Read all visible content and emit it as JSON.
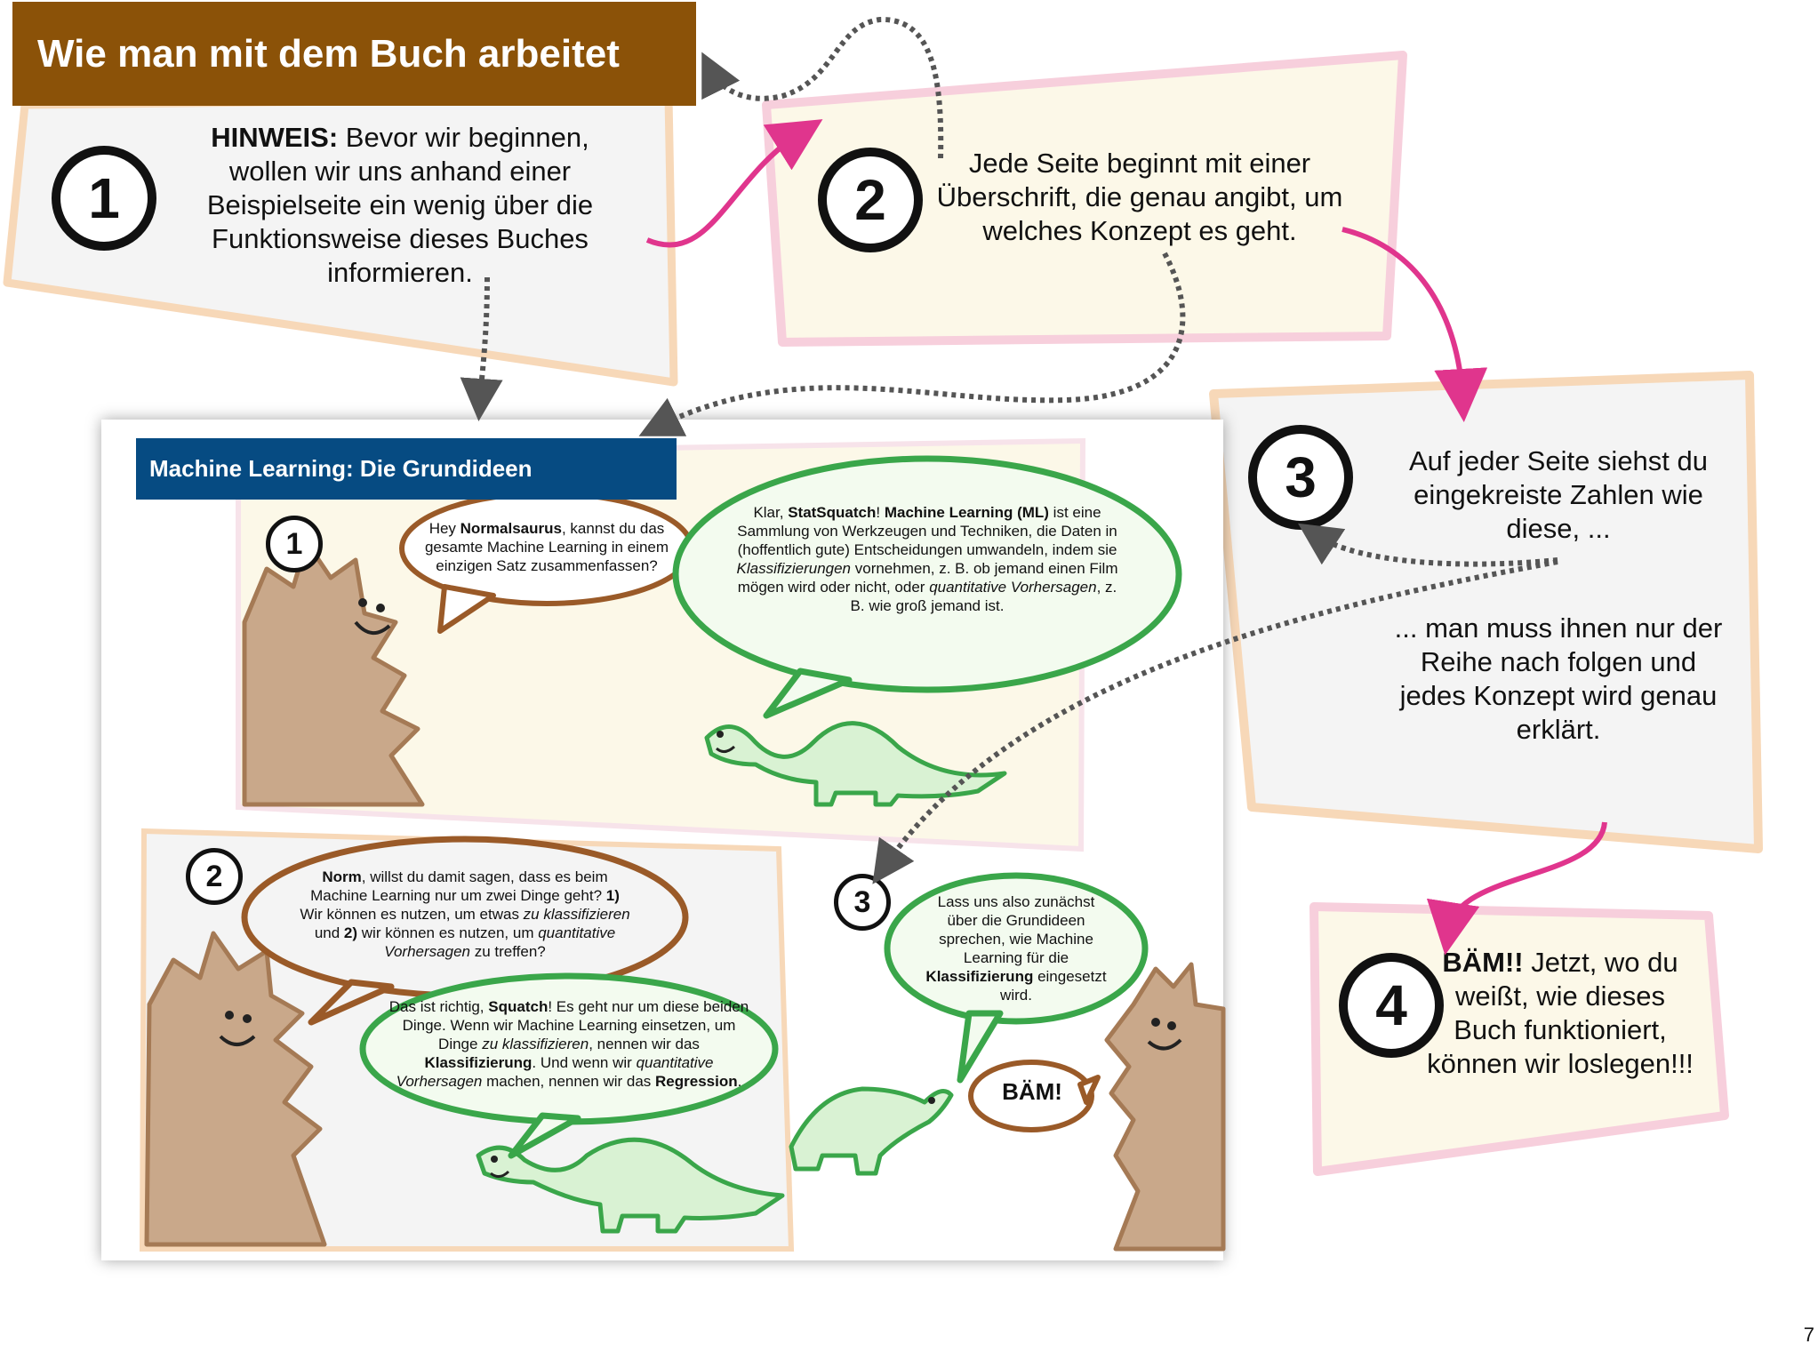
{
  "header": {
    "title": "Wie man mit dem Buch arbeitet"
  },
  "steps": [
    {
      "num": "1",
      "lead": "HINWEIS:",
      "text": " Bevor wir beginnen, wollen wir uns anhand einer Beispielseite ein wenig über die Funktionsweise dieses Buches informieren."
    },
    {
      "num": "2",
      "text": "Jede Seite beginnt mit einer Überschrift, die genau angibt, um welches Konzept es geht."
    },
    {
      "num": "3",
      "text_a": "Auf jeder Seite siehst du eingekreiste Zahlen wie diese, ...",
      "text_b": "... man muss ihnen nur der Reihe nach folgen und jedes Konzept wird genau erklärt."
    },
    {
      "num": "4",
      "lead": "BÄM!!",
      "text": " Jetzt, wo du weißt, wie dieses Buch funktioniert, können wir loslegen!!!"
    }
  ],
  "example_page": {
    "title": "Machine Learning: Die Grundideen",
    "panels": [
      {
        "num": "1",
        "squatch": [
          "Hey ",
          "Normalsaurus",
          ", kannst du das gesamte Machine Learning in einem einzigen Satz zusammenfassen?"
        ],
        "norm": [
          "Klar, ",
          "StatSquatch",
          "! ",
          "Machine Learning (ML)",
          " ist eine Sammlung von Werkzeugen und Techniken, die Daten in (hoffentlich gute) Entscheidungen umwandeln, indem sie ",
          "Klassifizierungen",
          " vornehmen, z. B. ob jemand einen Film mögen wird oder nicht, oder ",
          "quantitative Vorhersagen",
          ", z. B. wie groß jemand ist."
        ]
      },
      {
        "num": "2",
        "squatch": [
          "Norm",
          ", willst du damit sagen, dass es beim Machine Learning nur um zwei Dinge geht? ",
          "1)",
          " Wir können es nutzen, um etwas ",
          "zu klassifizieren",
          " und ",
          "2)",
          " wir können es nutzen, um ",
          "quantitative Vorhersagen",
          " zu treffen?"
        ],
        "norm": [
          "Das ist richtig, ",
          "Squatch",
          "! Es geht nur um diese beiden Dinge. Wenn wir Machine Learning einsetzen, um Dinge ",
          "zu klassifizieren",
          ", nennen wir das ",
          "Klassifizierung",
          ". Und wenn wir ",
          "quantitative Vorhersagen",
          " machen, nennen wir das ",
          "Regression",
          "."
        ]
      },
      {
        "num": "3",
        "norm": [
          "Lass uns also zunächst über die Grundideen sprechen, wie Machine Learning für die ",
          "Klassifizierung",
          " eingesetzt wird."
        ],
        "squatch": "BÄM!"
      }
    ]
  },
  "page_number": "7",
  "colors": {
    "title_bar": "#8b5208",
    "page_title": "#064b82",
    "arrow": "#e0358d",
    "squatch_fur": "#c9a88a",
    "norm_green": "#3aa64a"
  }
}
